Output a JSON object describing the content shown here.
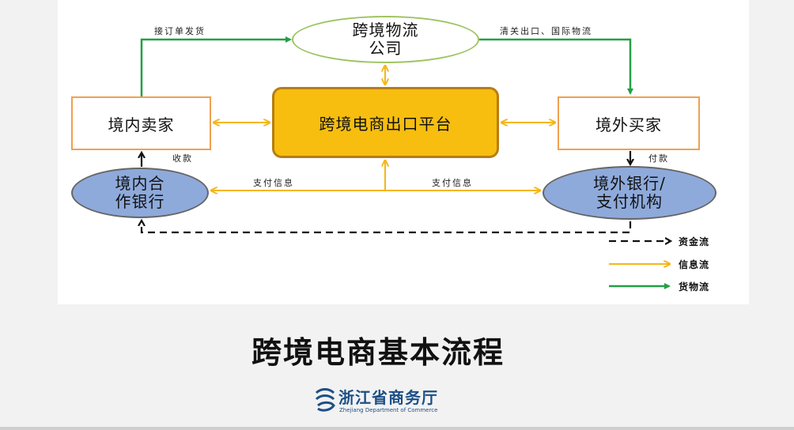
{
  "nodes": {
    "logistics": "跨境物流\n公司",
    "seller": "境内卖家",
    "platform": "跨境电商出口平台",
    "buyer": "境外买家",
    "bank_cn": "境内合\n作银行",
    "bank_fx": "境外银行/\n支付机构"
  },
  "edge_labels": {
    "receive_order": "接订单发货",
    "customs": "清关出口、国际物流",
    "collect": "收款",
    "pay": "付款",
    "pay_info_left": "支付信息",
    "pay_info_right": "支付信息"
  },
  "legend": [
    {
      "label": "资金流",
      "color": "#111111",
      "style": "dashed"
    },
    {
      "label": "信息流",
      "color": "#f5b618",
      "style": "solid"
    },
    {
      "label": "货物流",
      "color": "#22a046",
      "style": "solid"
    }
  ],
  "title": "跨境电商基本流程",
  "org": {
    "name": "浙江省商务厅",
    "english": "Zhejiang Department of Commerce"
  },
  "colors": {
    "info": "#f5b618",
    "goods": "#22a046",
    "funds": "#111111",
    "platform": "#f7be0f",
    "bank": "#8eaadb",
    "brand": "#1c4f86"
  }
}
